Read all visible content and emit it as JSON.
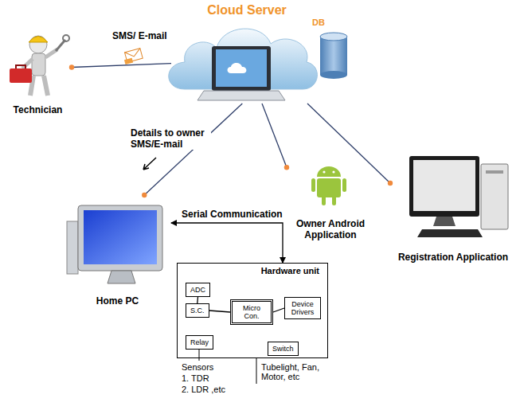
{
  "diagram": {
    "nodes": [
      {
        "text": [
          "Cloud Server"
        ]
      },
      {
        "text": [
          "Technician"
        ]
      },
      {
        "text": [
          "Home PC"
        ]
      },
      {
        "text": [
          "Owner Android Application"
        ]
      },
      {
        "text": [
          "Registration Application"
        ]
      },
      {
        "text": [
          "Hardware unit"
        ]
      },
      {
        "text": [
          "ADC"
        ],
        "in": 5
      },
      {
        "text": [
          "S.C."
        ],
        "in": 5
      },
      {
        "text": [
          "Micro Con."
        ],
        "in": 5
      },
      {
        "text": [
          "Device Drivers"
        ],
        "in": 5
      },
      {
        "text": [
          "Relay"
        ],
        "in": 5
      },
      {
        "text": [
          "Switch"
        ],
        "in": 5
      }
    ],
    "edges": [
      {
        "from": 0,
        "to": 1,
        "arrow": "none",
        "label": "SMS/ E-mail"
      },
      {
        "from": 0,
        "to": 2,
        "arrow": "none",
        "label": "Details to owner SMS/E-mail"
      },
      {
        "from": 0,
        "to": 3,
        "arrow": "none"
      },
      {
        "from": 0,
        "to": 4,
        "arrow": "none"
      },
      {
        "from": 2,
        "to": 5,
        "arrow": "both",
        "label": "Serial Communication"
      },
      {
        "from": 6,
        "to": 7,
        "arrow": "none"
      },
      {
        "from": 7,
        "to": 8,
        "arrow": "none"
      },
      {
        "from": 8,
        "to": 9,
        "arrow": "none"
      }
    ],
    "labels": [
      "DB",
      "Sensors",
      "1. TDR",
      "2. LDR ,etc",
      "Tubelight, Fan, Motor, etc"
    ]
  }
}
